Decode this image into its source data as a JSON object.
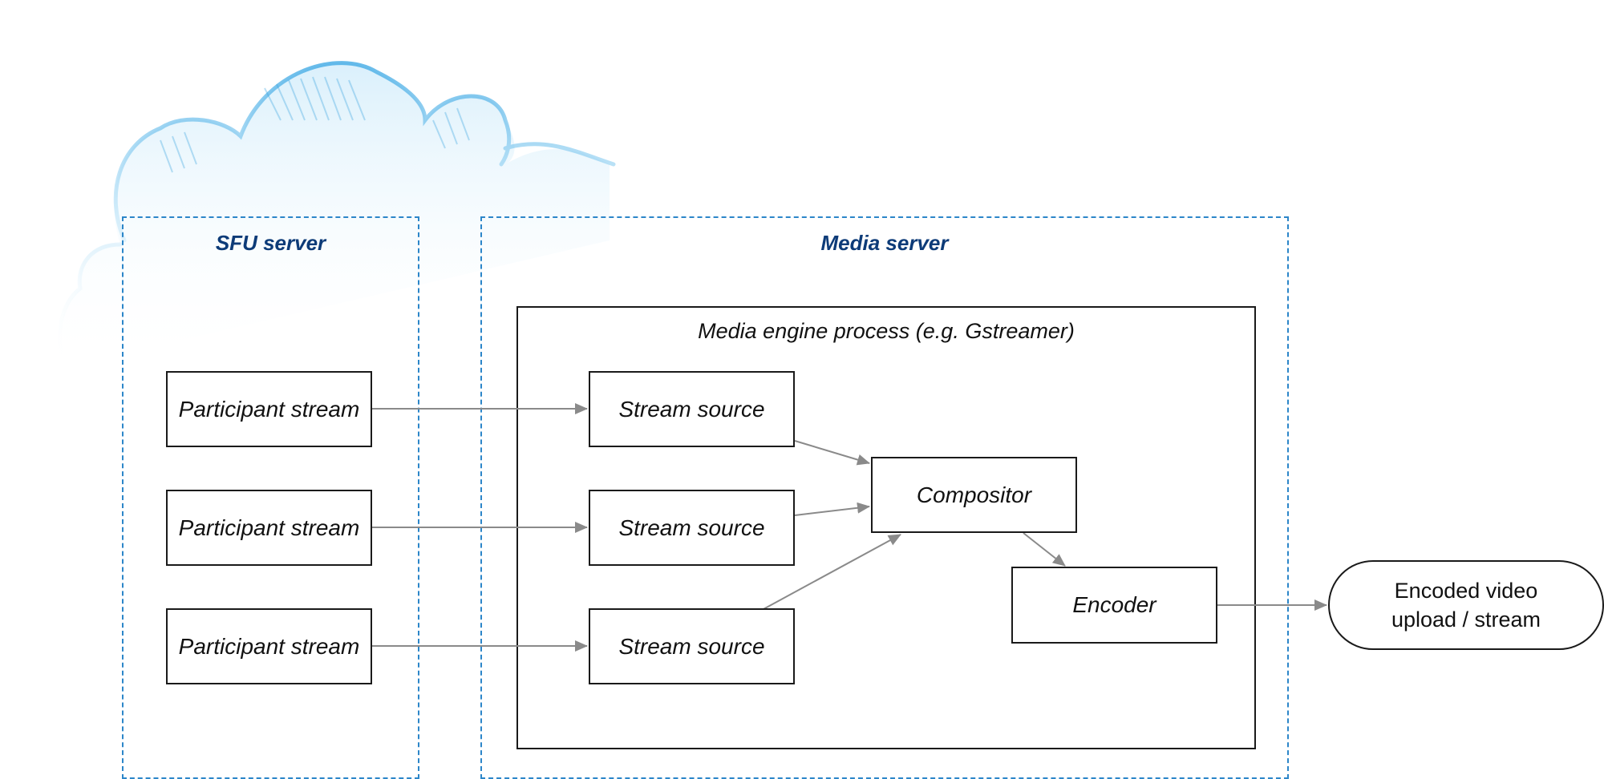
{
  "colors": {
    "cloud": "#5fb8e8",
    "dashed_border": "#2c86c9",
    "server_title": "#0d3b78",
    "arrow": "#8a8a8a",
    "box_border": "#1a1a1a"
  },
  "icons": {
    "background": "cloud-sketch-icon"
  },
  "sfu_server": {
    "title": "SFU server",
    "streams": [
      "Participant stream",
      "Participant stream",
      "Participant stream"
    ]
  },
  "media_server": {
    "title": "Media server",
    "engine": {
      "title": "Media engine process (e.g. Gstreamer)",
      "sources": [
        "Stream source",
        "Stream source",
        "Stream source"
      ],
      "compositor": "Compositor",
      "encoder": "Encoder"
    }
  },
  "output": {
    "line1": "Encoded video",
    "line2": "upload / stream"
  }
}
